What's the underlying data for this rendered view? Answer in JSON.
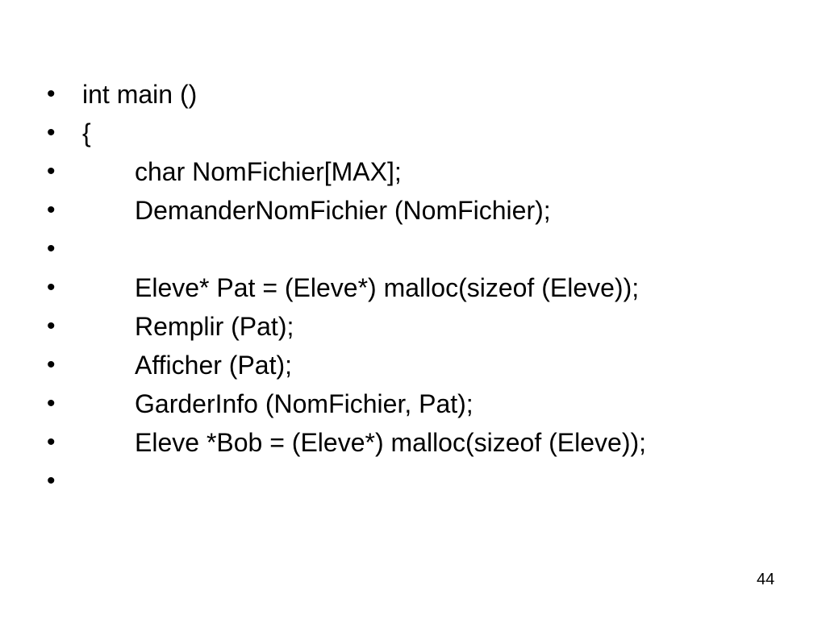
{
  "slide": {
    "bullet_symbol": "•",
    "lines": [
      {
        "text": "int main ()",
        "indent": false
      },
      {
        "text": "{",
        "indent": false
      },
      {
        "text": "char NomFichier[MAX];",
        "indent": true
      },
      {
        "text": "DemanderNomFichier (NomFichier);",
        "indent": true
      },
      {
        "text": "",
        "indent": true
      },
      {
        "text": "Eleve* Pat = (Eleve*) malloc(sizeof (Eleve));",
        "indent": true
      },
      {
        "text": "Remplir (Pat);",
        "indent": true
      },
      {
        "text": "Afficher (Pat);",
        "indent": true
      },
      {
        "text": "GarderInfo (NomFichier, Pat);",
        "indent": true
      },
      {
        "text": "Eleve *Bob = (Eleve*) malloc(sizeof (Eleve));",
        "indent": true
      },
      {
        "text": "",
        "indent": true
      }
    ],
    "page_number": "44"
  }
}
